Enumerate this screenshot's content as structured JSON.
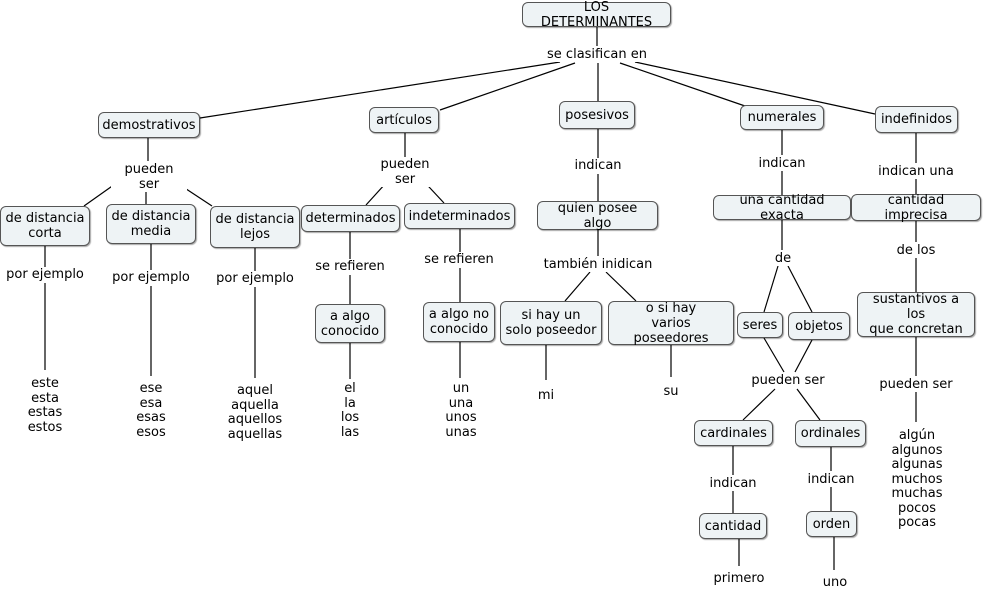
{
  "root": "LOS DETERMINANTES",
  "root_link": "se clasifican en",
  "categories": {
    "demostrativos": {
      "label": "demostrativos",
      "link": "pueden ser",
      "cercania": [
        {
          "label": "de distancia\ncorta",
          "link": "por ejemplo",
          "examples": "este\nesta\nestas\nestos"
        },
        {
          "label": "de distancia\nmedia",
          "link": "por ejemplo",
          "examples": "ese\nesa\nesas\nesos"
        },
        {
          "label": "de distancia\nlejos",
          "link": "por ejemplo",
          "examples": "aquel\naquella\naquellos\naquellas"
        }
      ]
    },
    "articulos": {
      "label": "artículos",
      "link": "pueden ser",
      "types": [
        {
          "label": "determinados",
          "link": "se refieren",
          "target": "a algo\nconocido",
          "examples": "el\nla\nlos\nlas"
        },
        {
          "label": "indeterminados",
          "link": "se refieren",
          "target": "a algo no\nconocido",
          "examples": "un\nuna\nunos\nunas"
        }
      ]
    },
    "posesivos": {
      "label": "posesivos",
      "link": "indican",
      "target": "quien posee algo",
      "link2": "también inidican",
      "options": [
        {
          "label": "si hay un\nsolo poseedor",
          "example": "mi"
        },
        {
          "label": "o si hay\nvarios poseedores",
          "example": "su"
        }
      ]
    },
    "numerales": {
      "label": "numerales",
      "link": "indican",
      "target": "una cantidad exacta",
      "link2": "de",
      "objects": [
        "seres",
        "objetos"
      ],
      "link3": "pueden ser",
      "kinds": [
        {
          "label": "cardinales",
          "link": "indican",
          "target": "cantidad",
          "example": "primero"
        },
        {
          "label": "ordinales",
          "link": "indican",
          "target": "orden",
          "example": "uno"
        }
      ]
    },
    "indefinidos": {
      "label": "indefinidos",
      "link": "indican una",
      "target": "cantidad imprecisa",
      "link2": "de los",
      "target2": "sustantivos a los\nque concretan",
      "link3": "pueden ser",
      "examples": "algún\nalgunos\nalgunas\nmuchos\nmuchas\npocos\npocas"
    }
  }
}
